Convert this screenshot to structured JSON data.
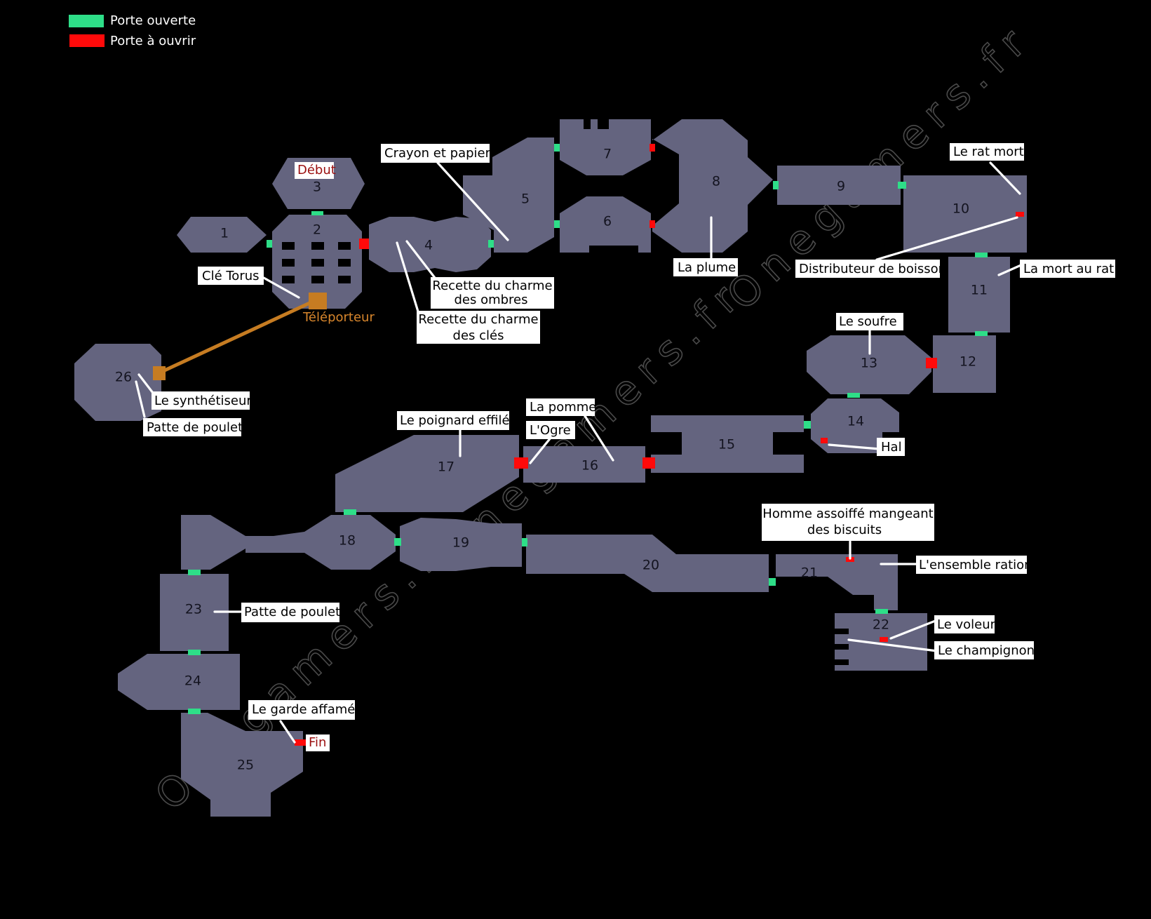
{
  "legend": {
    "open_door": {
      "label": "Porte ouverte",
      "color": "#2ede88"
    },
    "closed_door": {
      "label": "Porte à ouvrir",
      "color": "#ff0a0a"
    }
  },
  "watermark": "Onegamers.fr",
  "rooms": [
    "1",
    "2",
    "3",
    "4",
    "5",
    "6",
    "7",
    "8",
    "9",
    "10",
    "11",
    "12",
    "13",
    "14",
    "15",
    "16",
    "17",
    "18",
    "19",
    "20",
    "21",
    "22",
    "23",
    "24",
    "25",
    "26"
  ],
  "teleporter": {
    "label": "Téléporteur",
    "color": "#c67c22"
  },
  "markers": {
    "start": "Début",
    "end": "Fin"
  },
  "items": {
    "cle_torus": "Clé Torus",
    "crayon": "Crayon et papier",
    "recette_ombres": [
      "Recette du charme",
      "des ombres"
    ],
    "recette_cles": [
      "Recette du charme",
      "des clés"
    ],
    "plume": "La plume",
    "rat_mort": "Le rat mort",
    "distributeur": "Distributeur de boisson",
    "mort_au_rat": "La mort au rat",
    "soufre": "Le soufre",
    "synthetiseur": "Le synthétiseur",
    "patte_26": "Patte de poulet",
    "pomme": "La pomme",
    "ogre": "L'Ogre",
    "poignard": "Le poignard effilé",
    "hal": "Hal",
    "homme": [
      "Homme assoiffé mangeant",
      "des biscuits"
    ],
    "ration": "L'ensemble ration",
    "voleur": "Le voleur",
    "champignon": "Le champignon",
    "patte_23": "Patte de poulet",
    "garde": "Le garde affamé"
  }
}
